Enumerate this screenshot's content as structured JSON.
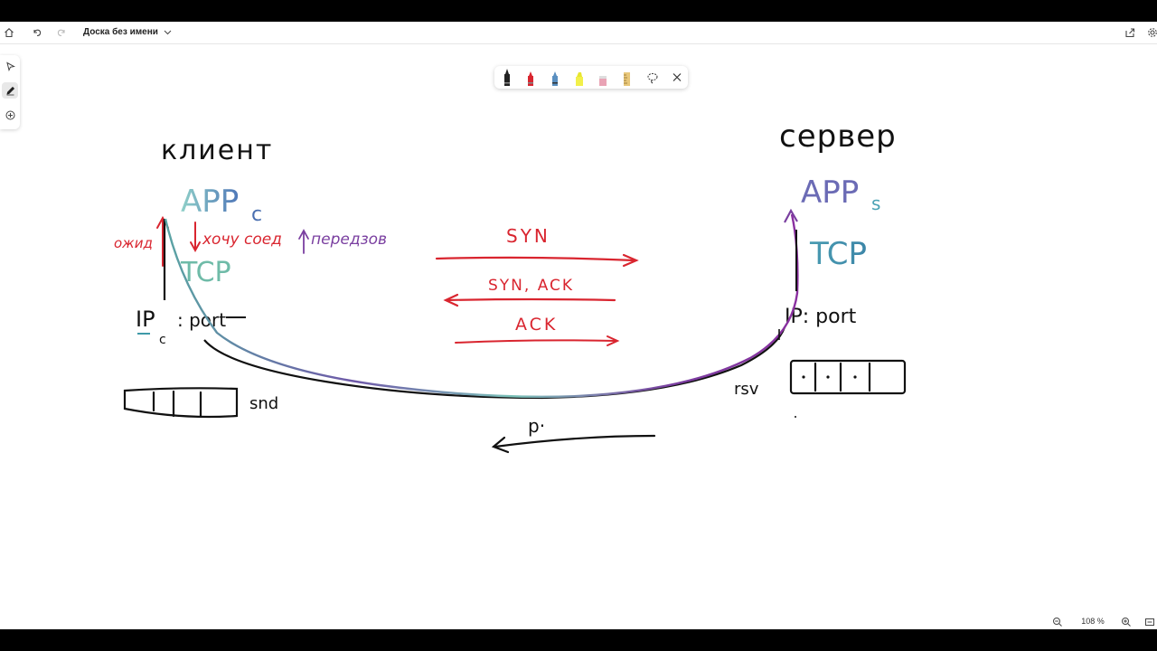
{
  "window": {
    "title": "Доска без имени"
  },
  "toolbar": {
    "home": "home-icon",
    "undo": "undo-icon",
    "redo": "redo-icon",
    "share": "share-icon"
  },
  "pens": [
    "black-pen",
    "red-pen",
    "blue-pen",
    "yellow-highlighter",
    "eraser",
    "ruler",
    "lasso",
    "close"
  ],
  "canvas_text": {
    "client": "клиент",
    "server": "сервер",
    "app_c": "APP",
    "app_c_sub": "c",
    "app_s": "APP",
    "app_s_sub": "s",
    "tcp_client": "TCP",
    "tcp_server": "TCP",
    "wait": "ожид",
    "want_conn": "хочу соед",
    "transfer": "передзов",
    "ip_client": "IP",
    "ip_client_sub": "c",
    "port_client": ": port",
    "ip_server": "IP: port",
    "syn": "SYN",
    "syn_ack": "SYN, ACK",
    "ack": "ACK",
    "snd": "snd",
    "rsv": "rsv",
    "p": "p·"
  },
  "zoom": {
    "value": "108 %"
  },
  "colors": {
    "red": "#d9252f",
    "black": "#111111",
    "purple": "#7a3fa0",
    "teal": "#3f9aa8",
    "blue": "#4a6fb0"
  }
}
